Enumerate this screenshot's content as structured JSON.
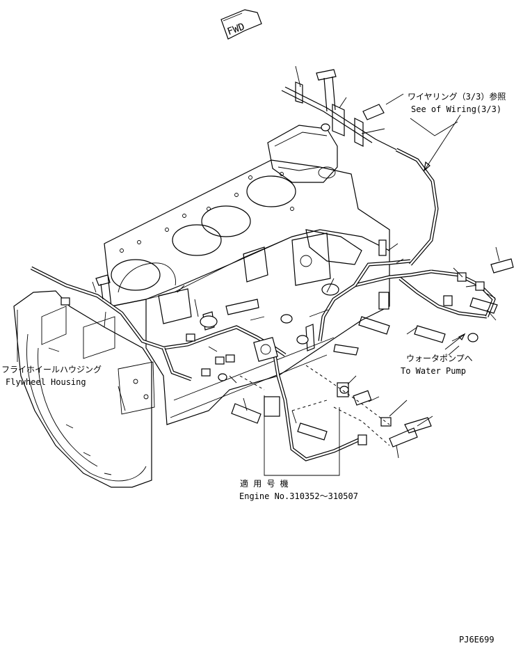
{
  "fwd_arrow": {
    "text": "FWD"
  },
  "callouts": {
    "wiring_ja": "ワイヤリング（3/3）参照",
    "wiring_en": "See of Wiring(3/3)",
    "water_pump_ja": "ウォータポンプへ",
    "water_pump_en": "To Water Pump",
    "flywheel_ja": "フライホイールハウジング",
    "flywheel_en": "Flywheel Housing",
    "serial_ja": "適 用 号 機",
    "serial_en": "Engine No.310352～310507"
  },
  "drawing_code": "PJ6E699"
}
